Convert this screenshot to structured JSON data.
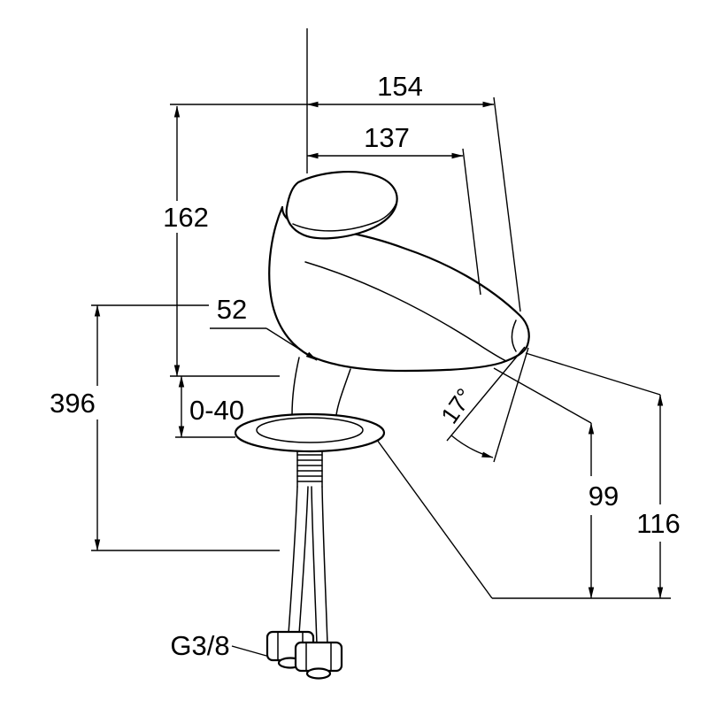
{
  "colors": {
    "ink": "#000000",
    "paper": "#ffffff"
  },
  "dims": {
    "d154": "154",
    "d137": "137",
    "d162": "162",
    "d52": "52",
    "d396": "396",
    "d040": "0-40",
    "a17": "17°",
    "d99": "99",
    "d116": "116",
    "thread": "G3/8"
  }
}
